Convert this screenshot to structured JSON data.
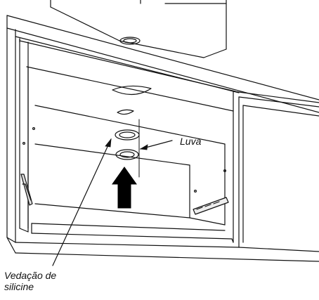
{
  "labels": {
    "luva": "Luva",
    "vedacao_line1": "Vedação de",
    "vedacao_line2": "silicine"
  },
  "colors": {
    "line": "#111111",
    "background": "#ffffff",
    "arrow": "#000000"
  }
}
